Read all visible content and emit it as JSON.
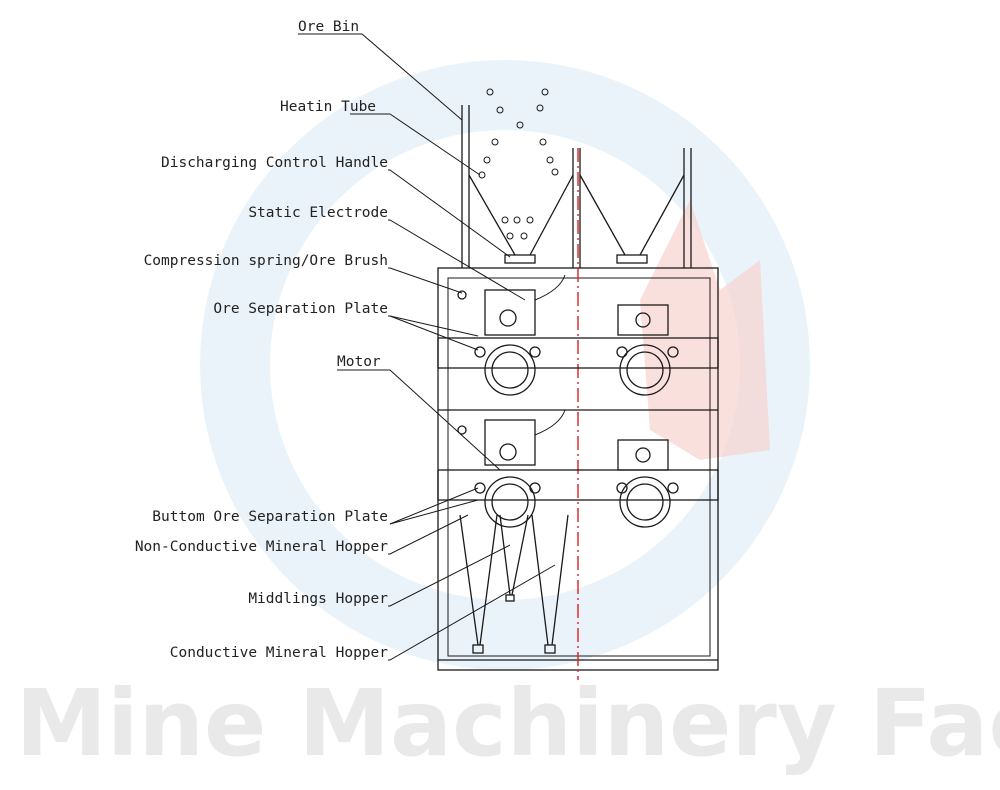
{
  "labels": {
    "ore_bin": "Ore Bin",
    "heating_tube": "Heatin  Tube",
    "discharging_control_handle": "Discharging Control Handle",
    "static_electrode": "Static Electrode",
    "compression_spring_ore_brush": "Compression spring/Ore Brush",
    "ore_separation_plate": "Ore Separation Plate",
    "motor": "Motor",
    "bottom_ore_separation_plate": "Buttom Ore Separation Plate",
    "non_conductive_mineral_hopper": "Non-Conductive Mineral Hopper",
    "middlings_hopper": "Middlings Hopper",
    "conductive_mineral_hopper": "Conductive Mineral Hopper"
  },
  "watermark": "JXSC Mine Machinery Factory",
  "colors": {
    "line": "#1a1a1a",
    "centerline": "#e02020",
    "watermark_text": "#dcdcdc",
    "logo_blue": "#dbe9f5",
    "logo_red": "#f6d3cf"
  }
}
